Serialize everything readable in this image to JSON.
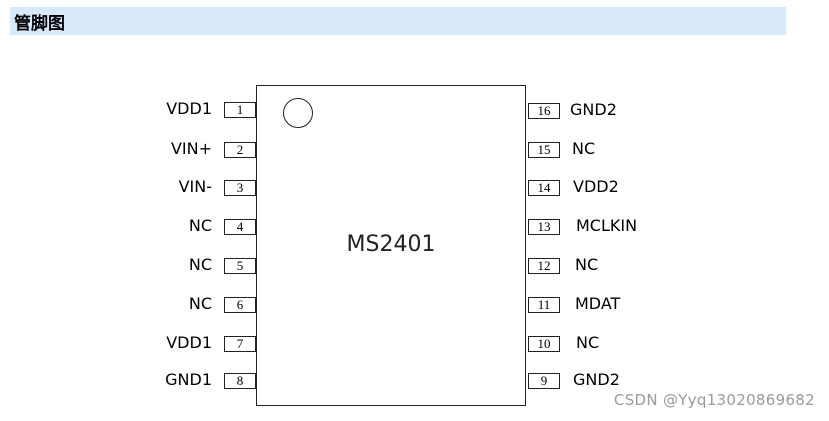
{
  "heading": "管脚图",
  "chip": {
    "name": "MS2401"
  },
  "left_pins": [
    {
      "number": "1",
      "label": "VDD1"
    },
    {
      "number": "2",
      "label": "VIN+"
    },
    {
      "number": "3",
      "label": "VIN-"
    },
    {
      "number": "4",
      "label": "NC"
    },
    {
      "number": "5",
      "label": "NC"
    },
    {
      "number": "6",
      "label": "NC"
    },
    {
      "number": "7",
      "label": "VDD1"
    },
    {
      "number": "8",
      "label": "GND1"
    }
  ],
  "right_pins": [
    {
      "number": "16",
      "label": "GND2"
    },
    {
      "number": "15",
      "label": "NC"
    },
    {
      "number": "14",
      "label": "VDD2"
    },
    {
      "number": "13",
      "label": "MCLKIN"
    },
    {
      "number": "12",
      "label": "NC"
    },
    {
      "number": "11",
      "label": "MDAT"
    },
    {
      "number": "10",
      "label": "NC"
    },
    {
      "number": "9",
      "label": "GND2"
    }
  ],
  "watermark": "CSDN @Yyq13020869682"
}
